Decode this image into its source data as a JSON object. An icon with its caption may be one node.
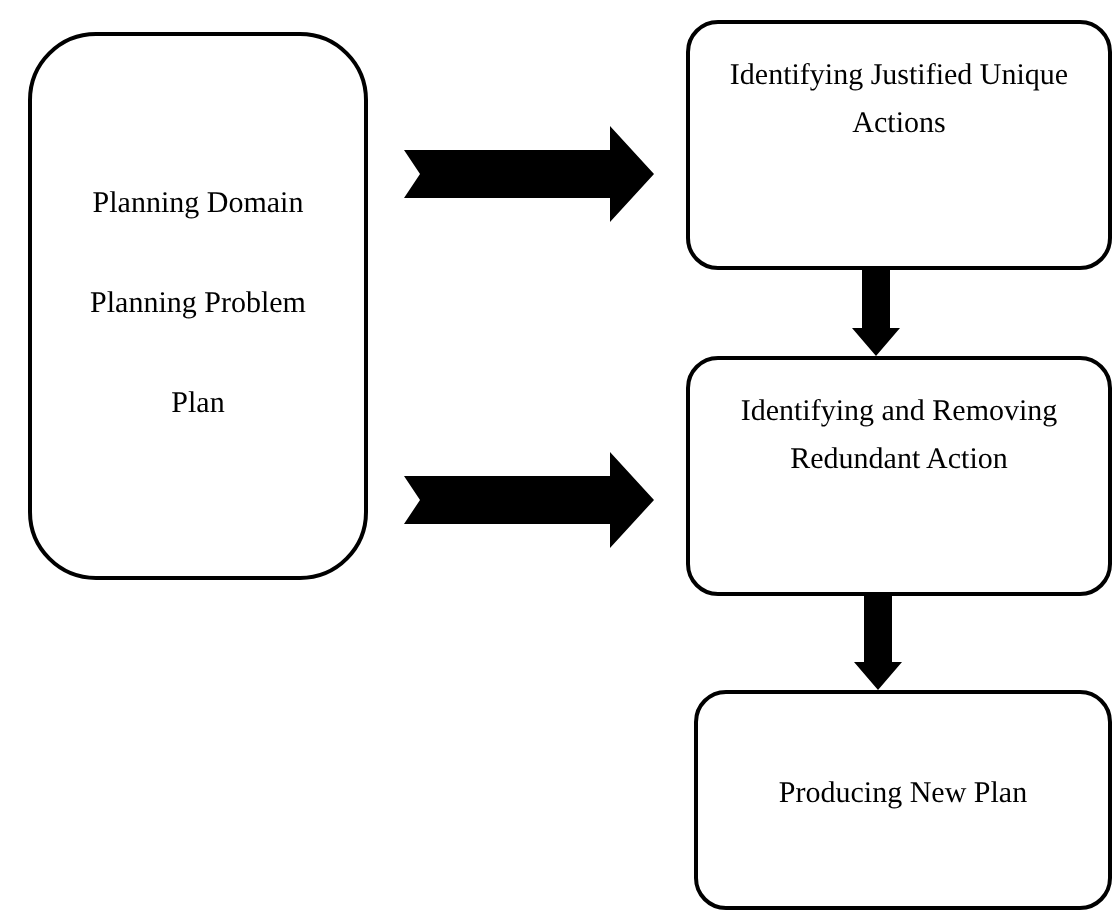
{
  "diagram": {
    "nodes": [
      {
        "text": [
          "Planning Domain",
          "Planning Problem",
          "Plan"
        ]
      },
      {
        "text": [
          "Identifying Justified Unique Actions"
        ]
      },
      {
        "text": [
          "Identifying and Removing Redundant Action"
        ]
      },
      {
        "text": [
          "Producing New Plan"
        ]
      }
    ],
    "edges": [
      {
        "from": 0,
        "to": 1,
        "arrow": "to"
      },
      {
        "from": 0,
        "to": 2,
        "arrow": "to"
      },
      {
        "from": 1,
        "to": 2,
        "arrow": "to"
      },
      {
        "from": 2,
        "to": 3,
        "arrow": "to"
      }
    ]
  }
}
